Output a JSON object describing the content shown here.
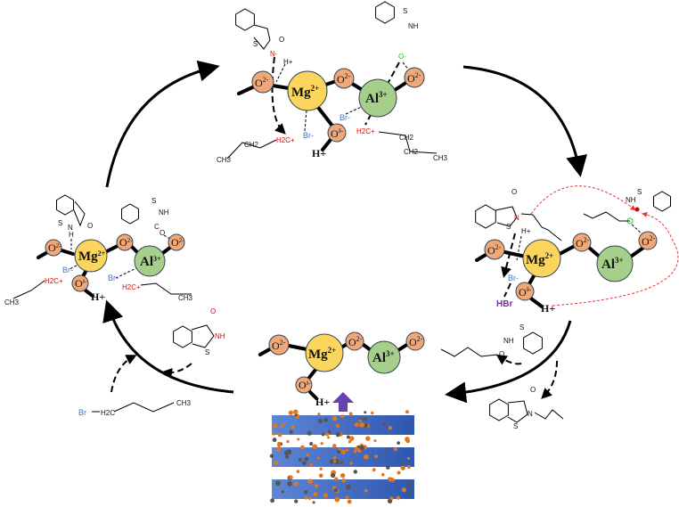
{
  "atoms": {
    "o": "O",
    "o_charge": "2-",
    "o_delta_charge": "δ-",
    "mg": "Mg",
    "mg_charge": "2+",
    "al": "Al",
    "al_charge": "3+",
    "h_plus": "H+",
    "br_minus": "Br-",
    "hbr": "HBr",
    "s": "S",
    "n": "N",
    "nh": "NH",
    "h": "H",
    "c": "C",
    "oxo": "O",
    "o_minus": "O-",
    "n_minus": "N-",
    "ch2": "CH2",
    "ch3": "CH3",
    "h2c_plus": "H2C+",
    "br": "Br",
    "h2c": "H2C"
  },
  "colors": {
    "o": "#f0a878",
    "mg": "#fbd55c",
    "al": "#a5cf8a",
    "br": "#4472c4",
    "carbocation": "#e00000",
    "arrow_up": "#6a3fb0"
  }
}
